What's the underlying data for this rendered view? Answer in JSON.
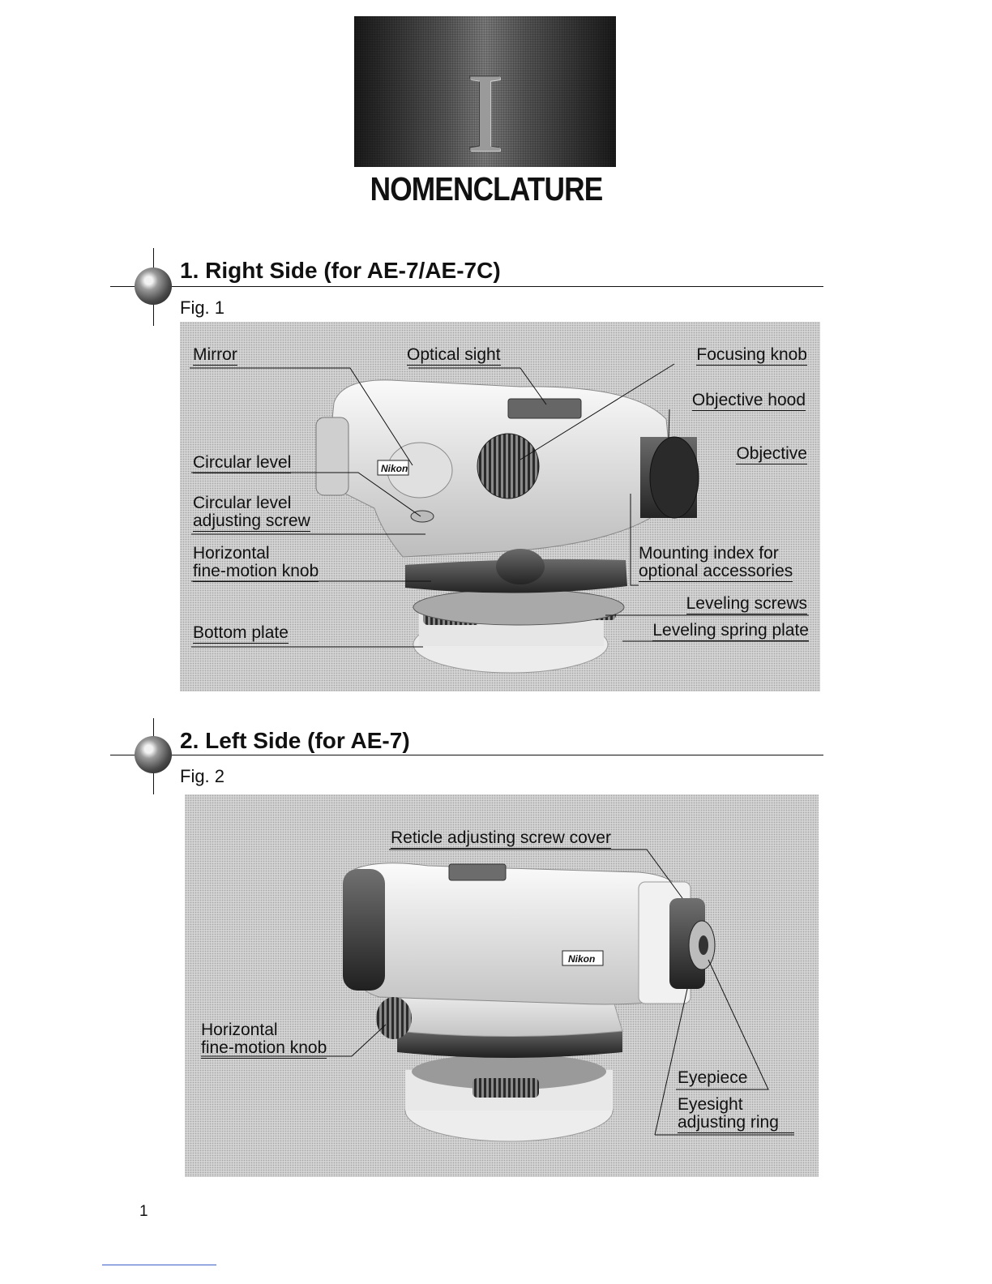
{
  "chapter": {
    "numeral": "I",
    "title": "NOMENCLATURE"
  },
  "section1": {
    "title": "1. Right Side (for AE-7/AE-7C)",
    "fig": "Fig. 1",
    "labels": {
      "mirror": "Mirror",
      "optical_sight": "Optical sight",
      "focusing_knob": "Focusing knob",
      "objective_hood": "Objective hood",
      "objective": "Objective",
      "circular_level": "Circular level",
      "circular_level_adjusting_screw": [
        "Circular level",
        "adjusting screw"
      ],
      "horizontal_fine_motion_knob": [
        "Horizontal",
        "fine-motion knob"
      ],
      "mounting_index": [
        "Mounting index for",
        "optional accessories"
      ],
      "leveling_screws": "Leveling screws",
      "bottom_plate": "Bottom plate",
      "leveling_spring_plate": "Leveling spring plate",
      "brand": "Nikon"
    }
  },
  "section2": {
    "title": "2. Left Side (for AE-7)",
    "fig": "Fig. 2",
    "labels": {
      "reticle_cover": "Reticle adjusting screw cover",
      "horizontal_fine_motion_knob": [
        "Horizontal",
        "fine-motion knob"
      ],
      "eyepiece": "Eyepiece",
      "eyesight_ring": [
        "Eyesight",
        "adjusting ring"
      ],
      "brand": "Nikon"
    }
  },
  "page": {
    "number": "1"
  }
}
